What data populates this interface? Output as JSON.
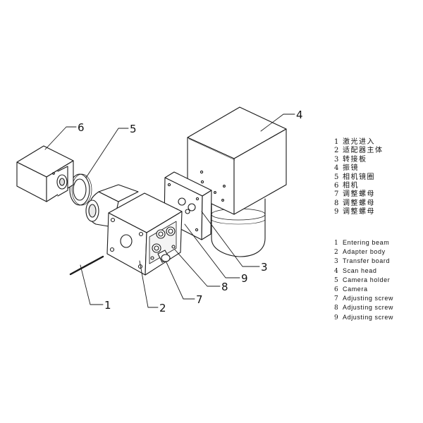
{
  "callouts": [
    "1",
    "2",
    "3",
    "4",
    "5",
    "6",
    "7",
    "8",
    "9"
  ],
  "legend_cn": [
    {
      "num": "1",
      "text": "激光进入"
    },
    {
      "num": "2",
      "text": "适配器主体"
    },
    {
      "num": "3",
      "text": "转接板"
    },
    {
      "num": "4",
      "text": "振镜"
    },
    {
      "num": "5",
      "text": "相机镜圈"
    },
    {
      "num": "6",
      "text": "相机"
    },
    {
      "num": "7",
      "text": "调整螺母"
    },
    {
      "num": "8",
      "text": "调整螺母"
    },
    {
      "num": "9",
      "text": "调整螺母"
    }
  ],
  "legend_en": [
    {
      "num": "1",
      "text": "Entering beam"
    },
    {
      "num": "2",
      "text": "Adapter body"
    },
    {
      "num": "3",
      "text": "Transfer board"
    },
    {
      "num": "4",
      "text": "Scan head"
    },
    {
      "num": "5",
      "text": "Camera holder"
    },
    {
      "num": "6",
      "text": "Camera"
    },
    {
      "num": "7",
      "text": "Adjusting screw"
    },
    {
      "num": "8",
      "text": "Adjusting screw"
    },
    {
      "num": "9",
      "text": "Adjusting screw"
    }
  ]
}
